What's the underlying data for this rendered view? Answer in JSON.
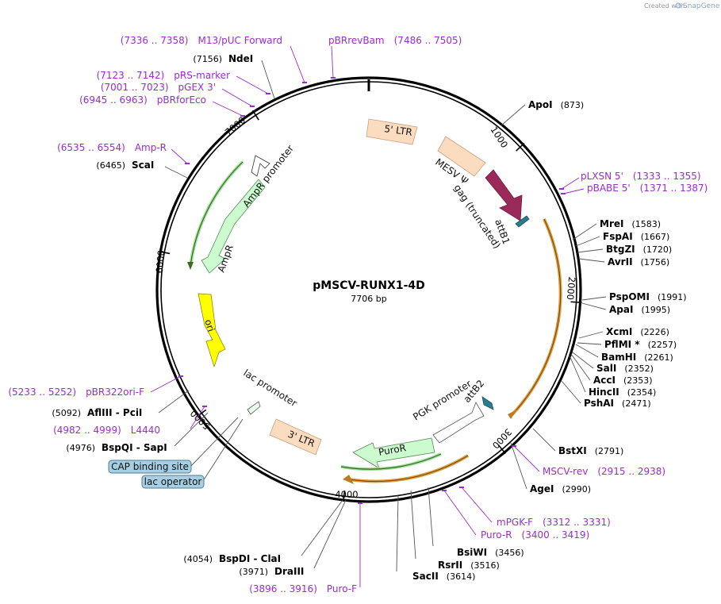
{
  "credit": {
    "prefix": "Created with",
    "brand": "SnapGene"
  },
  "plasmid": {
    "name": "pMSCV-RUNX1-4D",
    "length": "7706 bp"
  },
  "ticks": [
    {
      "label": "1000",
      "bp": 1000
    },
    {
      "label": "2000",
      "bp": 2000
    },
    {
      "label": "3000",
      "bp": 3000
    },
    {
      "label": "4000",
      "bp": 4000
    },
    {
      "label": "5000",
      "bp": 5000
    },
    {
      "label": "6000",
      "bp": 6000
    },
    {
      "label": "7000",
      "bp": 7000
    }
  ],
  "features": [
    {
      "name": "5' LTR",
      "color": "#fbdcbf"
    },
    {
      "name": "MESV Ψ",
      "color": "#fbdcbf"
    },
    {
      "name": "gag (truncated)",
      "color": "#9a2a5a"
    },
    {
      "name": "attB1",
      "color": "#2a7d8e"
    },
    {
      "name": "AmpR promoter",
      "color": "#e9fde9"
    },
    {
      "name": "AmpR",
      "color": "#cdfbd0"
    },
    {
      "name": "ori",
      "color": "#ffff00"
    },
    {
      "name": "lac promoter",
      "color": "#e9fde9"
    },
    {
      "name": "3' LTR",
      "color": "#fbdcbf"
    },
    {
      "name": "PuroR",
      "color": "#cdfbd0"
    },
    {
      "name": "PGK promoter",
      "color": "#ffffff"
    },
    {
      "name": "attB2",
      "color": "#2a7d8e"
    }
  ],
  "enzymes": [
    {
      "name": "ApoI",
      "pos": "(873)"
    },
    {
      "name": "MreI",
      "pos": "(1583)"
    },
    {
      "name": "FspAI",
      "pos": "(1667)"
    },
    {
      "name": "BtgZI",
      "pos": "(1720)"
    },
    {
      "name": "AvrII",
      "pos": "(1756)"
    },
    {
      "name": "PspOMI",
      "pos": "(1991)"
    },
    {
      "name": "ApaI",
      "pos": "(1995)"
    },
    {
      "name": "XcmI",
      "pos": "(2226)"
    },
    {
      "name": "PflMI *",
      "pos": "(2257)"
    },
    {
      "name": "BamHI",
      "pos": "(2261)"
    },
    {
      "name": "SalI",
      "pos": "(2352)"
    },
    {
      "name": "AccI",
      "pos": "(2353)"
    },
    {
      "name": "HincII",
      "pos": "(2354)"
    },
    {
      "name": "PshAI",
      "pos": "(2471)"
    },
    {
      "name": "BstXI",
      "pos": "(2791)"
    },
    {
      "name": "AgeI",
      "pos": "(2990)"
    },
    {
      "name": "BsiWI",
      "pos": "(3456)"
    },
    {
      "name": "RsrII",
      "pos": "(3516)"
    },
    {
      "name": "SacII",
      "pos": "(3614)"
    },
    {
      "name": "BspDI - ClaI",
      "pos": "(4054)"
    },
    {
      "name": "DraIII",
      "pos": "(3971)"
    },
    {
      "name": "BspQI - SapI",
      "pos": "(4976)"
    },
    {
      "name": "AflIII - PciI",
      "pos": "(5092)"
    },
    {
      "name": "ScaI",
      "pos": "(6465)"
    },
    {
      "name": "NdeI",
      "pos": "(7156)"
    }
  ],
  "primers": [
    {
      "name": "pLXSN 5'",
      "range": "(1333 .. 1355)"
    },
    {
      "name": "pBABE 5'",
      "range": "(1371 .. 1387)"
    },
    {
      "name": "MSCV-rev",
      "range": "(2915 .. 2938)"
    },
    {
      "name": "mPGK-F",
      "range": "(3312 .. 3331)"
    },
    {
      "name": "Puro-R",
      "range": "(3400 .. 3419)"
    },
    {
      "name": "Puro-F",
      "range": "(3896 .. 3916)"
    },
    {
      "name": "L4440",
      "range": "(4982 .. 4999)"
    },
    {
      "name": "pBR322ori-F",
      "range": "(5233 .. 5252)"
    },
    {
      "name": "Amp-R",
      "range": "(6535 .. 6554)"
    },
    {
      "name": "pBRforEco",
      "range": "(6945 .. 6963)"
    },
    {
      "name": "pGEX 3'",
      "range": "(7001 .. 7023)"
    },
    {
      "name": "pRS-marker",
      "range": "(7123 .. 7142)"
    },
    {
      "name": "M13/pUC Forward",
      "range": "(7336 .. 7358)"
    },
    {
      "name": "pBRrevBam",
      "range": "(7486 .. 7505)"
    }
  ],
  "sites": [
    {
      "name": "CAP binding site"
    },
    {
      "name": "lac operator"
    }
  ]
}
